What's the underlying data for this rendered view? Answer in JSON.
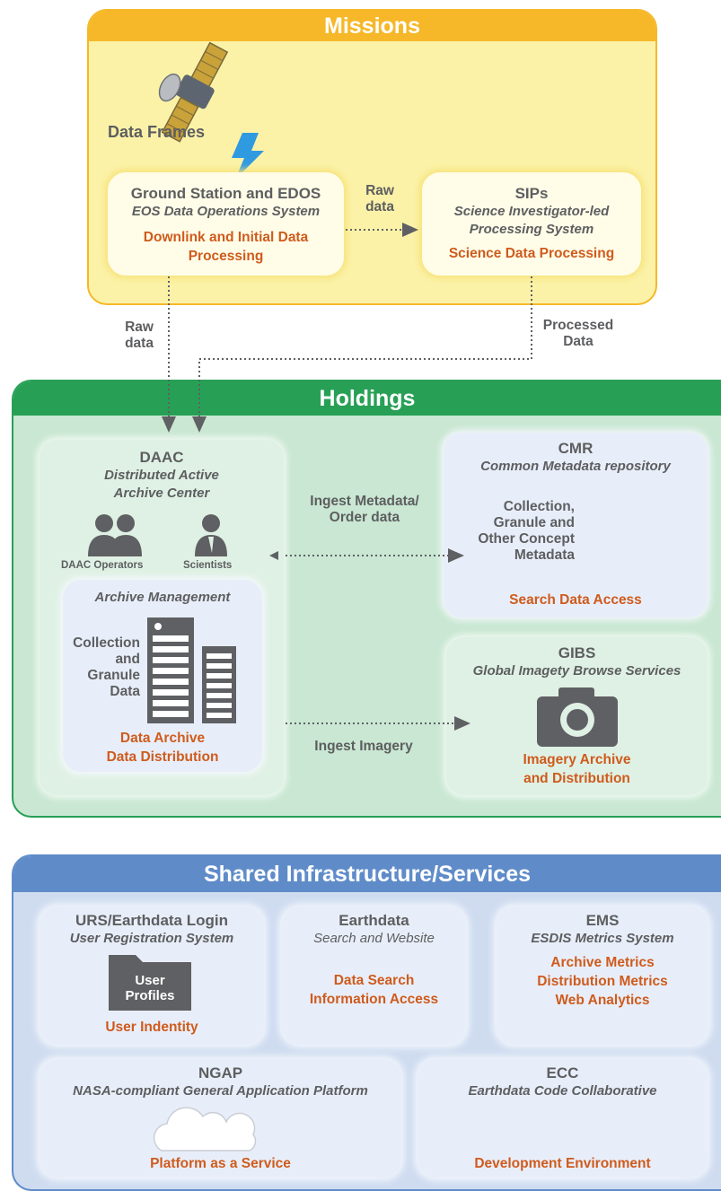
{
  "missions": {
    "header": "Missions",
    "data_frames": "Data Frames",
    "ground_station": {
      "title": "Ground Station and EDOS",
      "subtitle": "EOS Data Operations System",
      "function": [
        "Downlink and Initial Data",
        "Processing"
      ]
    },
    "sips": {
      "title": "SIPs",
      "subtitle": [
        "Science Investigator-led",
        "Processing System"
      ],
      "function": "Science Data Processing"
    },
    "raw_data_label": [
      "Raw",
      "data"
    ]
  },
  "flows": {
    "raw_data_down": [
      "Raw",
      "data"
    ],
    "processed_data": [
      "Processed",
      "Data"
    ],
    "ingest_metadata": [
      "Ingest Metadata/",
      "Order data"
    ],
    "ingest_imagery": "Ingest Imagery"
  },
  "holdings": {
    "header": "Holdings",
    "daac": {
      "title": "DAAC",
      "subtitle": [
        "Distributed Active",
        "Archive Center"
      ],
      "operators": "DAAC Operators",
      "scientists": "Scientists",
      "archive": {
        "title": "Archive Management",
        "content": [
          "Collection",
          "and",
          "Granule",
          "Data"
        ],
        "function": [
          "Data Archive",
          "Data Distribution"
        ]
      }
    },
    "cmr": {
      "title": "CMR",
      "subtitle": "Common Metadata repository",
      "content": [
        "Collection,",
        "Granule and",
        "Other Concept",
        "Metadata"
      ],
      "function": "Search Data Access"
    },
    "gibs": {
      "title": "GIBS",
      "subtitle": "Global Imagety Browse Services",
      "function": [
        "Imagery Archive",
        "and Distribution"
      ]
    }
  },
  "shared": {
    "header": "Shared Infrastructure/Services",
    "urs": {
      "title": "URS/Earthdata Login",
      "subtitle": "User Registration System",
      "folder": [
        "User",
        "Profiles"
      ],
      "function": "User Indentity"
    },
    "earthdata": {
      "title": "Earthdata",
      "subtitle": "Search and Website",
      "function": [
        "Data Search",
        "Information Access"
      ]
    },
    "ems": {
      "title": "EMS",
      "subtitle": "ESDIS Metrics System",
      "function": [
        "Archive Metrics",
        "Distribution Metrics",
        "Web Analytics"
      ]
    },
    "ngap": {
      "title": "NGAP",
      "subtitle": "NASA-compliant General Application Platform",
      "function": "Platform as a Service"
    },
    "ecc": {
      "title": "ECC",
      "subtitle": "Earthdata Code Collaborative",
      "function": "Development Environment"
    }
  },
  "colors": {
    "missions_header": "#f6b829",
    "missions_body": "#fbf2a8",
    "holdings_header": "#27a056",
    "holdings_body": "#c9e7d2",
    "shared_header": "#5f8cc9",
    "shared_body": "#cfdcf0",
    "accent_text": "#cf5b1d",
    "gray_text": "#5d5e60"
  }
}
